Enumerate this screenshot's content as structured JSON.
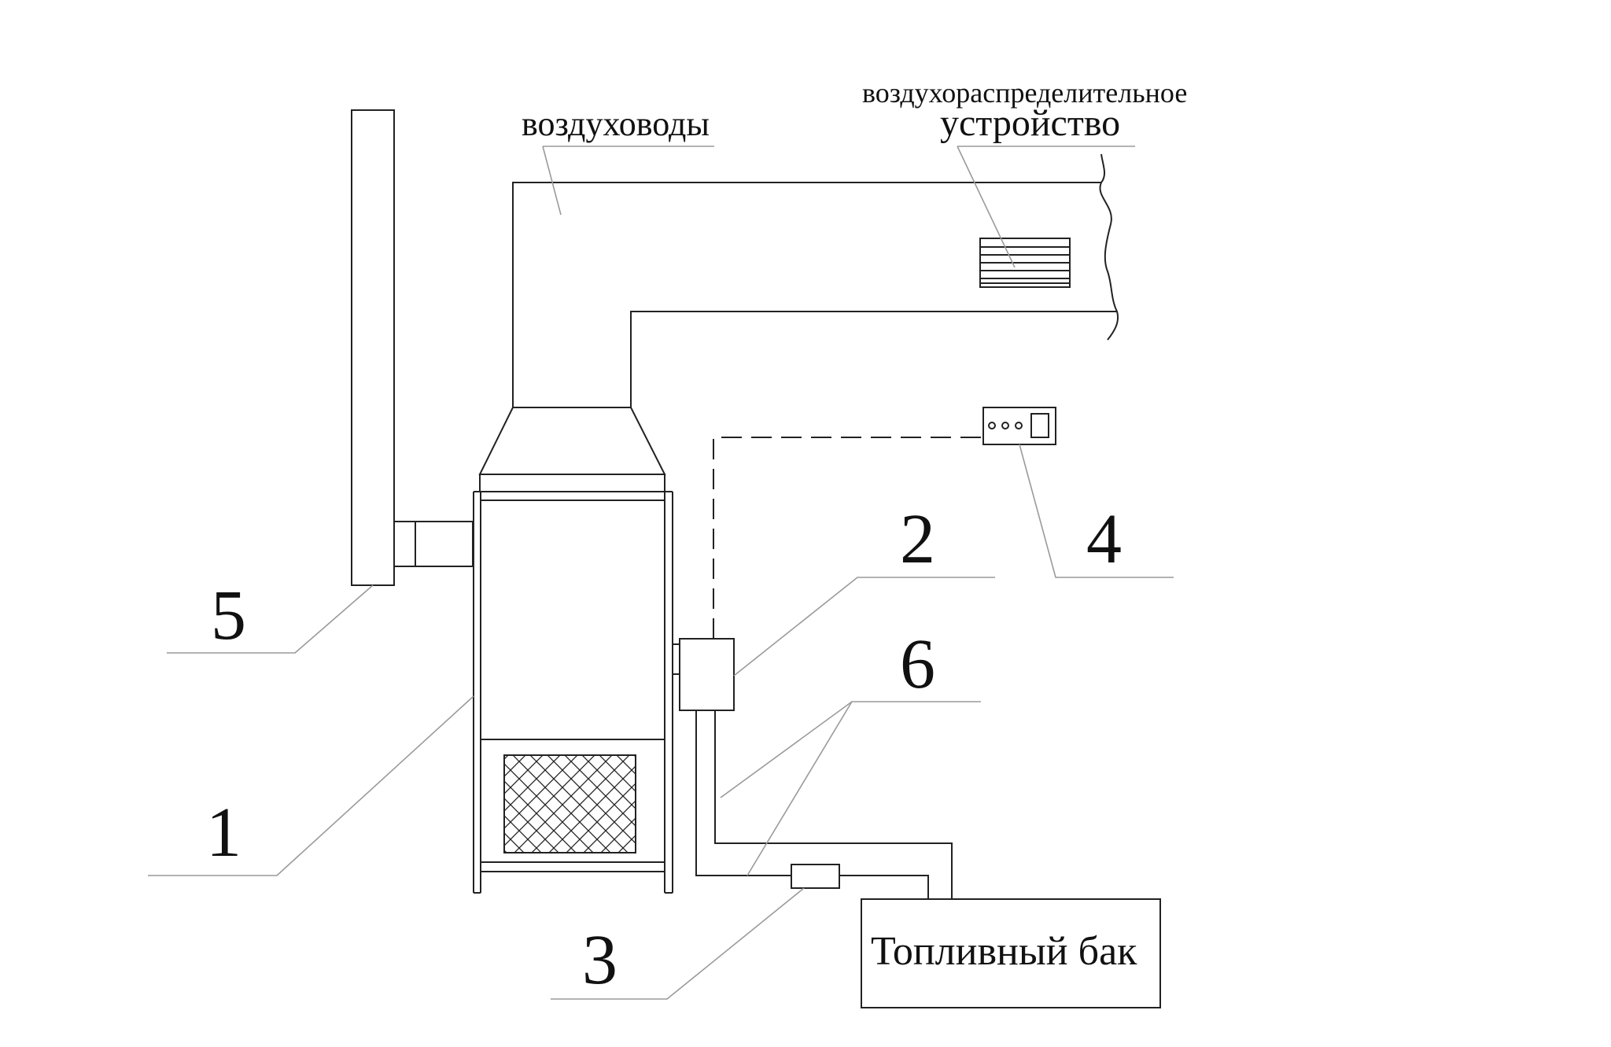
{
  "labels": {
    "ducts": "воздуховоды",
    "distributor_line1": "воздухораспределительное",
    "distributor_line2": "устройство",
    "fuel_tank": "Топливный бак"
  },
  "callouts": [
    "1",
    "2",
    "3",
    "4",
    "5",
    "6"
  ],
  "colors": {
    "stroke": "#222222",
    "leader": "#9a9a9a",
    "background": "#ffffff"
  }
}
